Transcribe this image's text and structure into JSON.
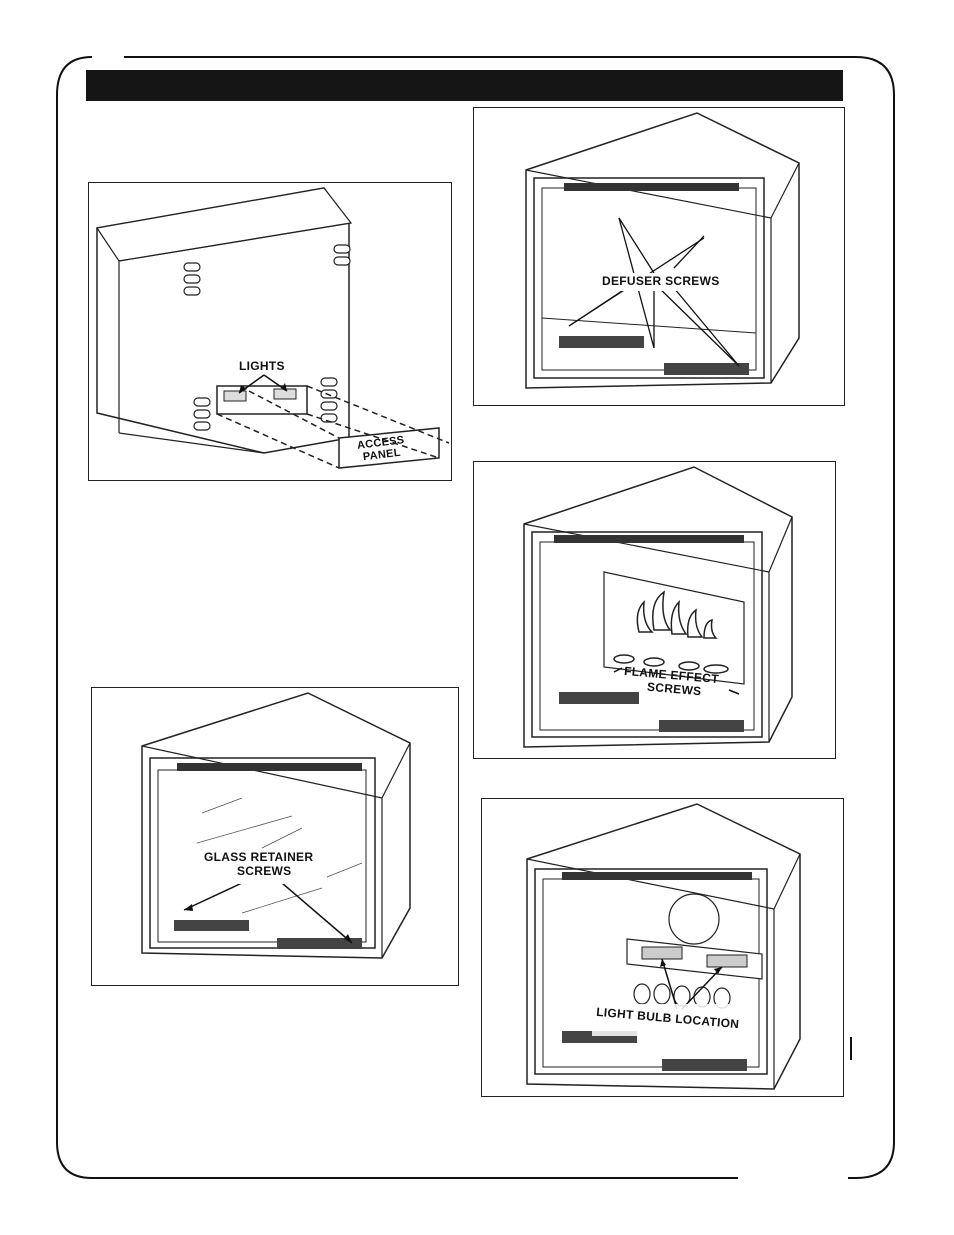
{
  "header": {
    "title": ""
  },
  "figures": {
    "lights": {
      "label_lights": "LIGHTS",
      "label_access_line1": "ACCESS",
      "label_access_line2": "PANEL"
    },
    "defuser": {
      "label": "DEFUSER SCREWS"
    },
    "flame": {
      "label_line1": "FLAME EFFECT",
      "label_line2": "SCREWS"
    },
    "glass": {
      "label_line1": "GLASS RETAINER",
      "label_line2": "SCREWS"
    },
    "bulb": {
      "label": "LIGHT BULB LOCATION"
    }
  }
}
